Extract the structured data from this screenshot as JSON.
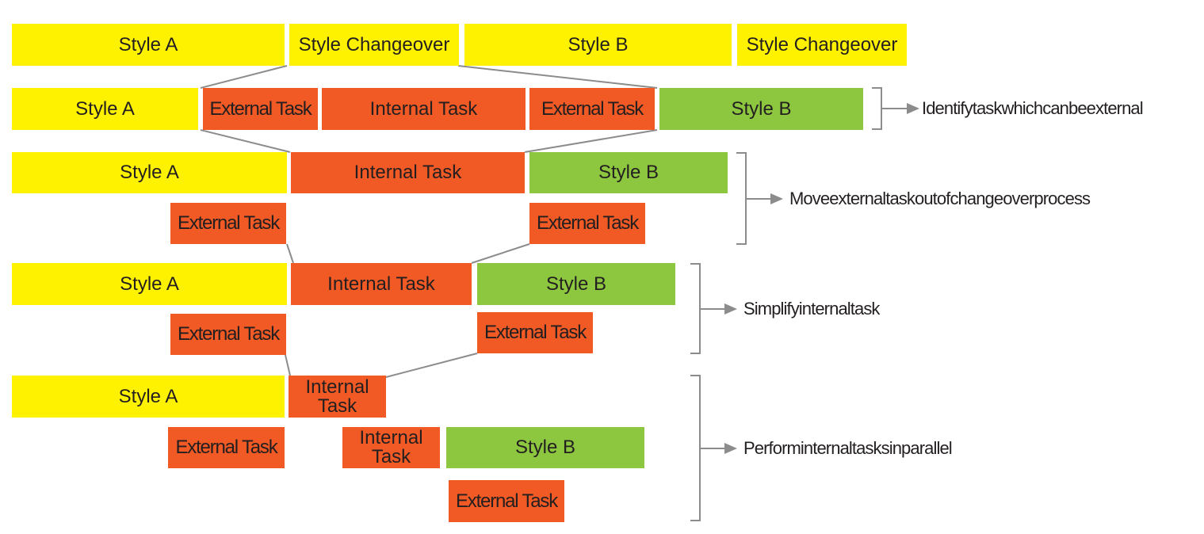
{
  "colors": {
    "style": "#fff200",
    "task": "#f15a24",
    "target": "#8dc63f",
    "connector": "#8c8c8c"
  },
  "rows": [
    {
      "boxes": [
        {
          "label": "Style A",
          "kind": "style"
        },
        {
          "label": "Style Changeover",
          "kind": "style"
        },
        {
          "label": "Style B",
          "kind": "style"
        },
        {
          "label": "Style Changeover",
          "kind": "style"
        }
      ]
    },
    {
      "boxes": [
        {
          "label": "Style A",
          "kind": "style"
        },
        {
          "label": "External Task",
          "kind": "task"
        },
        {
          "label": "Internal Task",
          "kind": "task"
        },
        {
          "label": "External Task",
          "kind": "task"
        },
        {
          "label": "Style B",
          "kind": "target"
        }
      ]
    },
    {
      "boxes": [
        {
          "label": "Style A",
          "kind": "style"
        },
        {
          "label": "Internal Task",
          "kind": "task"
        },
        {
          "label": "Style B",
          "kind": "target"
        },
        {
          "label": "External Task",
          "kind": "task"
        },
        {
          "label": "External Task",
          "kind": "task"
        }
      ]
    },
    {
      "boxes": [
        {
          "label": "Style A",
          "kind": "style"
        },
        {
          "label": "Internal Task",
          "kind": "task"
        },
        {
          "label": "Style B",
          "kind": "target"
        },
        {
          "label": "External Task",
          "kind": "task"
        },
        {
          "label": "External Task",
          "kind": "task"
        }
      ]
    },
    {
      "boxes": [
        {
          "label": "Style A",
          "kind": "style"
        },
        {
          "label": "Internal\nTask",
          "kind": "task"
        },
        {
          "label": "External Task",
          "kind": "task"
        },
        {
          "label": "Internal\nTask",
          "kind": "task"
        },
        {
          "label": "Style B",
          "kind": "target"
        },
        {
          "label": "External Task",
          "kind": "task"
        }
      ]
    }
  ],
  "steps": [
    {
      "label": "Identifytaskwhichcanbeexternal"
    },
    {
      "label": "Moveexternaltaskoutofchangeoverprocess"
    },
    {
      "label": "Simplifyinternaltask"
    },
    {
      "label": "Performinternaltasksinparallel"
    }
  ]
}
